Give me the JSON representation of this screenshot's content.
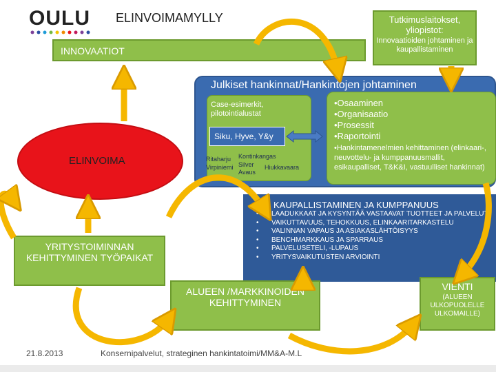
{
  "logo": {
    "text": "OULU",
    "dot_colors": [
      "#7d3f98",
      "#2b4fa3",
      "#1d9bd7",
      "#74b843",
      "#f5c400",
      "#f08a00",
      "#e8131a",
      "#c2185b",
      "#7d3f98",
      "#2b4fa3"
    ]
  },
  "page_title": "ELINVOIMAMYLLY",
  "innovations": {
    "label": "INNOVAATIOT"
  },
  "research": {
    "line1": "Tutkimuslaitokset, yliopistot:",
    "line2": "Innovaatioiden johtaminen ja kaupallistaminen"
  },
  "public_procurement": {
    "title": "Julkiset hankinnat/Hankintojen johtaminen",
    "cases_title": "Case-esimerkit, pilotointialustat",
    "siku": "Siku, Hyve, Y&y",
    "annotations": [
      "Ritaharju",
      "Kontinkangas",
      "Virpiniemi",
      "Silver",
      "Avaus",
      "Hiukkavaara"
    ]
  },
  "results": {
    "items": [
      "•Osaaminen",
      "•Organisaatio",
      "•Prosessit",
      "•Raportointi"
    ],
    "detail": "•Hankintamenelmien kehittaminen (elinkaari-, neuvottelu- ja kumppanuusmallit, esikaupalliset, T&K&I, vastuulliset hankinnat)"
  },
  "commerce": {
    "title": "KAUPALLISTAMINEN  JA KUMPPANUUS",
    "items": [
      "LAADUKKAAT JA KYSYNTÄÄ VASTAAVAT TUOTTEET JA PALVELUT",
      "VAIKUTTAVUUS, TEHOKKUUS, ELINKAARITARKASTELU",
      "VALINNAN VAPAUS JA ASIAKASLÄHTÖISYYS",
      "BENCHMARKKAUS JA SPARRAUS",
      "PALVELUSETELI, -LUPAUS",
      "YRITYSVAIKUTUSTEN ARVIOINTI"
    ]
  },
  "vitality": {
    "label": "ELINVOIMA"
  },
  "business": {
    "label": "YRITYSTOIMINNAN KEHITTYMINEN TYÖPAIKAT"
  },
  "regional": {
    "label": "ALUEEN /MARKKINOIDEN KEHITTYMINEN"
  },
  "export": {
    "title": "VIENTI",
    "detail": "(ALUEEN ULKOPUOLELLE ULKOMAILLE)"
  },
  "footer": {
    "date": "21.8.2013",
    "text": "Konsernipalvelut, strateginen hankintatoimi/MM&A-M.L"
  },
  "colors": {
    "green": "#8fbf4a",
    "blue": "#3a6bb0",
    "red": "#e8131a",
    "arrow_yellow": "#f5b700"
  }
}
